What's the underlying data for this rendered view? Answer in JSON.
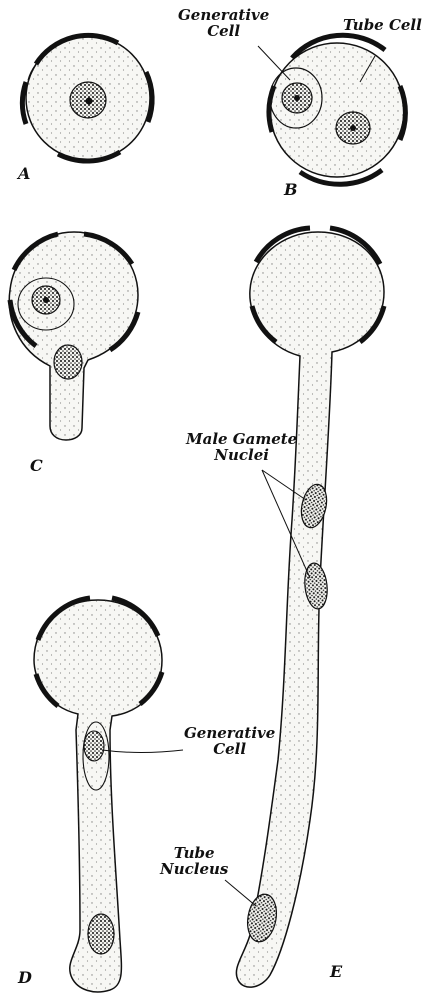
{
  "labels": {
    "generative_cell_b": [
      "Generative",
      "Cell"
    ],
    "tube_cell": "Tube Cell",
    "male_gamete_nuclei": [
      "Male Gamete",
      "Nuclei"
    ],
    "generative_cell_d": [
      "Generative",
      "Cell"
    ],
    "tube_nucleus": [
      "Tube",
      "Nucleus"
    ]
  },
  "stages": [
    "A",
    "B",
    "C",
    "D",
    "E"
  ],
  "colors": {
    "ink": "#111111",
    "cytoplasm": "#f7f7f4",
    "wall": "#111111"
  }
}
